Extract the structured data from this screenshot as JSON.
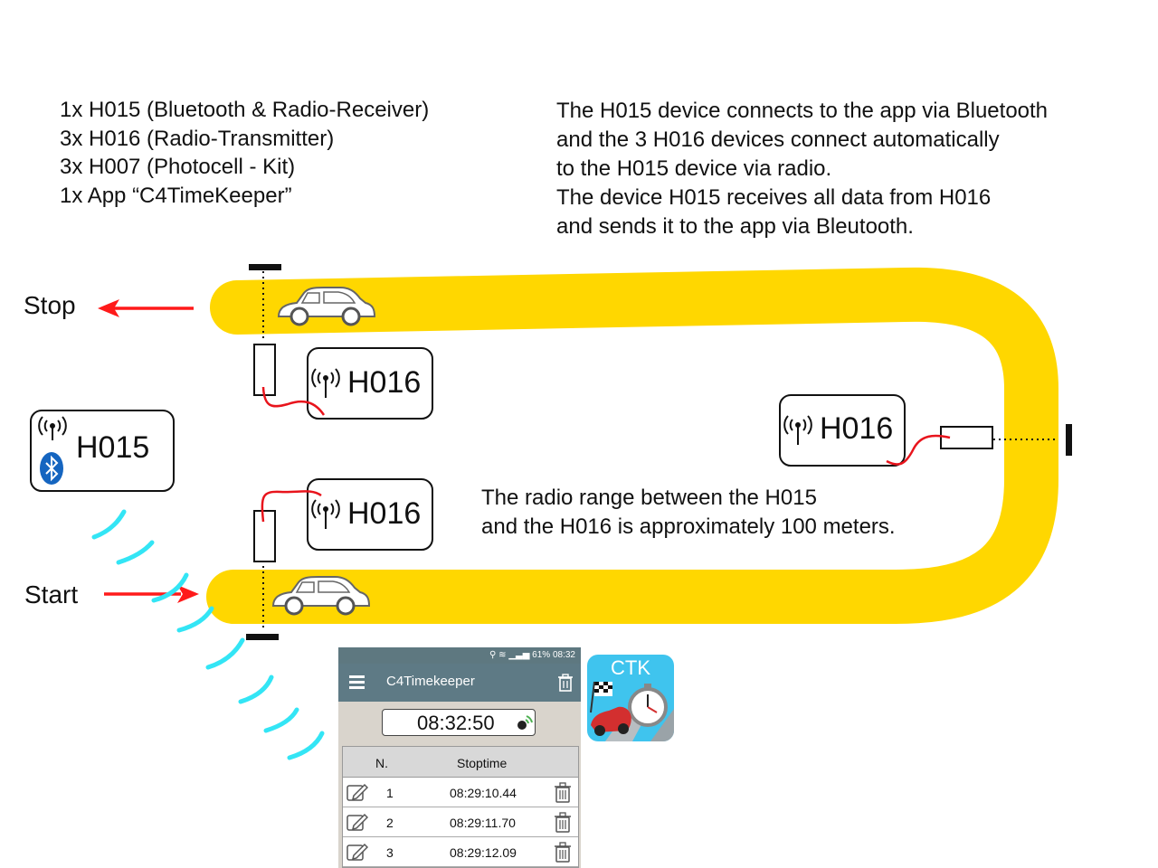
{
  "parts_list": [
    "1x H015 (Bluetooth & Radio-Receiver)",
    "3x H016 (Radio-Transmitter)",
    "3x H007 (Photocell - Kit)",
    "1x App “C4TimeKeeper”"
  ],
  "description": [
    "The H015 device connects to the app via Bluetooth",
    "and the 3 H016 devices connect automatically",
    "to the H015 device via radio.",
    "The device H015 receives all data from H016",
    "and sends it to the app via Bleutooth."
  ],
  "range_note": [
    "The radio range between the H015",
    "and the H016 is approximately 100 meters."
  ],
  "labels": {
    "stop": "Stop",
    "start": "Start"
  },
  "devices": {
    "receiver": "H015",
    "transmitter_stop": "H016",
    "transmitter_mid": "H016",
    "transmitter_start": "H016"
  },
  "colors": {
    "track": "#ffd700",
    "arrow": "#ff1a1a",
    "signal": "#33e5f5",
    "cable": "#e8141c",
    "bluetooth": "#1565c0"
  },
  "phone": {
    "status": "61% 08:32",
    "app_title": "C4Timekeeper",
    "clock": "08:32:50",
    "columns": {
      "n": "N.",
      "stoptime": "Stoptime"
    },
    "rows": [
      {
        "n": "1",
        "time": "08:29:10.44"
      },
      {
        "n": "2",
        "time": "08:29:11.70"
      },
      {
        "n": "3",
        "time": "08:29:12.09"
      }
    ]
  },
  "app_icon_label": "CTK"
}
